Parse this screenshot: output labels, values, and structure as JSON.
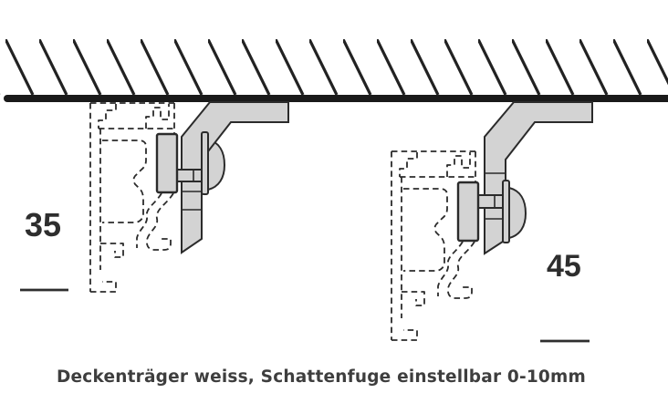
{
  "figure": {
    "type": "technical-mounting-diagram",
    "caption": "Deckenträger weiss, Schattenfuge einstellbar 0-10mm",
    "variants": [
      {
        "label": "35",
        "position": "left"
      },
      {
        "label": "45",
        "position": "right"
      }
    ],
    "colors": {
      "bracket_fill": "#d3d3d3",
      "outline": "#2b2b2b",
      "ceiling_line": "#1a1a1a",
      "hatch_line": "#222222",
      "label_text": "#2e2e2e",
      "caption_text": "#3e3e3e"
    }
  }
}
